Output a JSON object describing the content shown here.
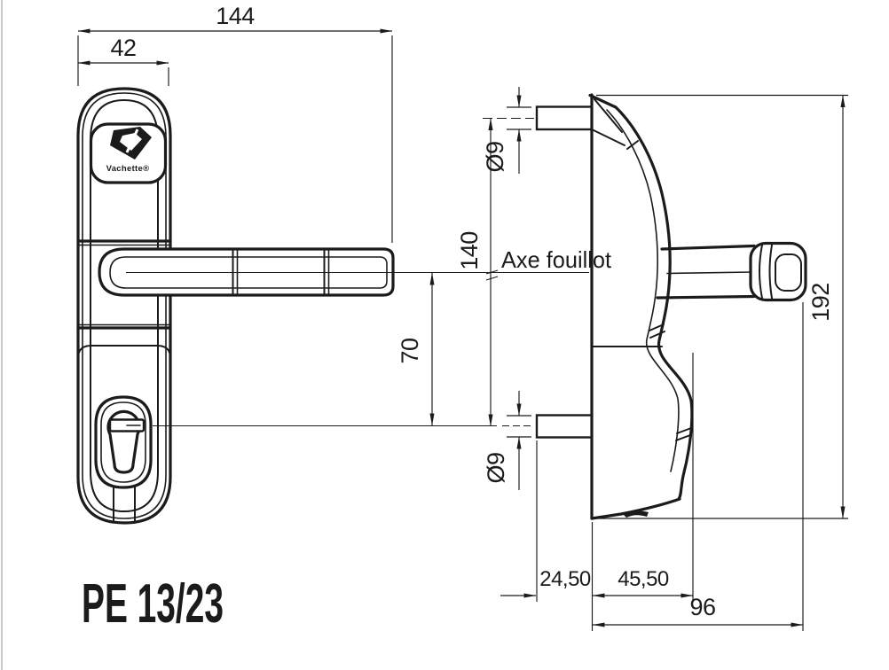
{
  "drawing": {
    "product_code": "PE 13/23",
    "brand_logo_text": "Vachette®",
    "annotations": {
      "spindle_axis_label": "Axe fouillot"
    },
    "dimensions": {
      "front_total_width": "144",
      "plate_width": "42",
      "fixing_hole_centers": "140",
      "axis_to_cylinder": "70",
      "lug_diameter_top": "Ø9",
      "lug_diameter_bottom": "Ø9",
      "plate_height": "192",
      "lug_offset_depth": "24,50",
      "body_depth": "45,50",
      "total_depth": "96"
    },
    "colors": {
      "line": "#1b1b1b",
      "background": "#ffffff",
      "page_edge": "#b5b5b5"
    }
  }
}
